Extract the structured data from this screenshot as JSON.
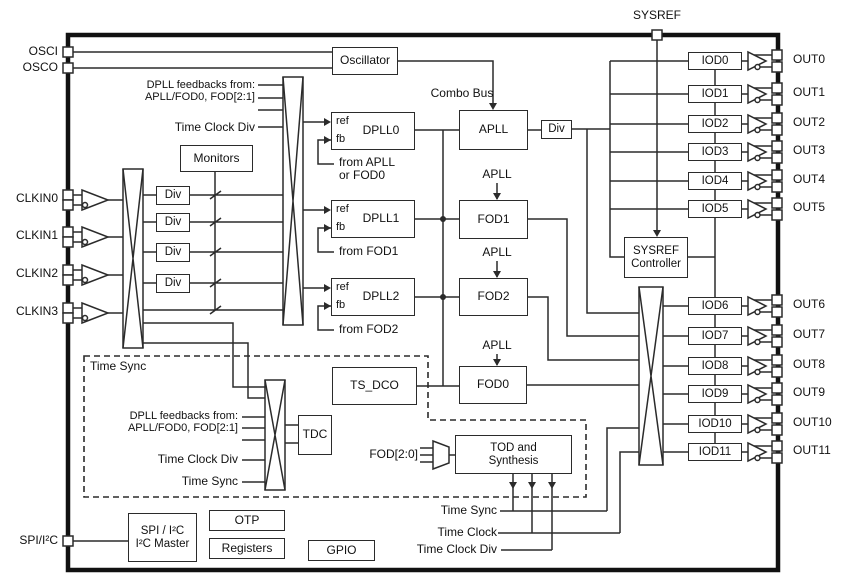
{
  "pins": {
    "osci": "OSCI",
    "osco": "OSCO",
    "sysref": "SYSREF",
    "spi": "SPI/I²C",
    "clkin": [
      "CLKIN0",
      "CLKIN1",
      "CLKIN2",
      "CLKIN3"
    ]
  },
  "outputs": [
    {
      "iod": "IOD0",
      "out": "OUT0"
    },
    {
      "iod": "IOD1",
      "out": "OUT1"
    },
    {
      "iod": "IOD2",
      "out": "OUT2"
    },
    {
      "iod": "IOD3",
      "out": "OUT3"
    },
    {
      "iod": "IOD4",
      "out": "OUT4"
    },
    {
      "iod": "IOD5",
      "out": "OUT5"
    },
    {
      "iod": "IOD6",
      "out": "OUT6"
    },
    {
      "iod": "IOD7",
      "out": "OUT7"
    },
    {
      "iod": "IOD8",
      "out": "OUT8"
    },
    {
      "iod": "IOD9",
      "out": "OUT9"
    },
    {
      "iod": "IOD10",
      "out": "OUT10"
    },
    {
      "iod": "IOD11",
      "out": "OUT11"
    }
  ],
  "blocks": {
    "oscillator": "Oscillator",
    "monitors": "Monitors",
    "div": "Div",
    "dpll0": "DPLL0",
    "dpll1": "DPLL1",
    "dpll2": "DPLL2",
    "apll": "APLL",
    "fod0": "FOD0",
    "fod1": "FOD1",
    "fod2": "FOD2",
    "ts_dco": "TS_DCO",
    "tdc": "TDC",
    "tod": "TOD and\nSynthesis",
    "sysref_controller": "SYSREF\nController",
    "spi_block": "SPI / I²C\nI²C Master",
    "otp": "OTP",
    "registers": "Registers",
    "gpio": "GPIO"
  },
  "labels": {
    "combo_bus": "Combo Bus",
    "ref": "ref",
    "fb": "fb",
    "apll_src": "APLL",
    "from_apll": "from APLL\nor FOD0",
    "from_fod1": "from FOD1",
    "from_fod2": "from FOD2",
    "dpll_feedbacks": "DPLL feedbacks from:\nAPLL/FOD0, FOD[2:1]",
    "time_clock_div": "Time Clock Div",
    "time_sync": "Time Sync",
    "time_clock": "Time Clock",
    "fod20": "FOD[2:0]"
  }
}
